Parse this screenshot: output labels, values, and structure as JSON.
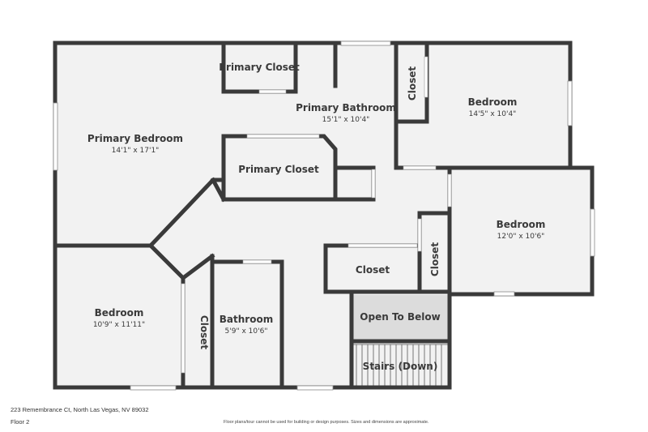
{
  "plan": {
    "rooms": [
      {
        "id": "primary-bedroom",
        "name": "Primary Bedroom",
        "dims": "14'1\" x 17'1\""
      },
      {
        "id": "primary-closet-top",
        "name": "Primary Closet",
        "dims": ""
      },
      {
        "id": "primary-bathroom",
        "name": "Primary Bathroom",
        "dims": "15'1\" x 10'4\""
      },
      {
        "id": "closet-top",
        "name": "Closet",
        "dims": ""
      },
      {
        "id": "bedroom-top-right",
        "name": "Bedroom",
        "dims": "14'5\" x 10'4\""
      },
      {
        "id": "primary-closet-mid",
        "name": "Primary Closet",
        "dims": ""
      },
      {
        "id": "bedroom-right",
        "name": "Bedroom",
        "dims": "12'0\" x 10'6\""
      },
      {
        "id": "closet-mid",
        "name": "Closet",
        "dims": ""
      },
      {
        "id": "closet-vertical-right",
        "name": "Closet",
        "dims": ""
      },
      {
        "id": "open-to-below",
        "name": "Open To Below",
        "dims": ""
      },
      {
        "id": "stairs",
        "name": "Stairs (Down)",
        "dims": ""
      },
      {
        "id": "bedroom-bottom-left",
        "name": "Bedroom",
        "dims": "10'9\" x 11'11\""
      },
      {
        "id": "closet-bottom",
        "name": "Closet",
        "dims": ""
      },
      {
        "id": "bathroom",
        "name": "Bathroom",
        "dims": "5'9\" x 10'6\""
      }
    ]
  },
  "footer": {
    "address": "223 Remembrance Ct, North Las Vegas, NV 89032",
    "floor": "Floor 2",
    "disclaimer": "Floor plans/tour cannot be used for building or design purposes. Sizes and dimensions are approximate."
  },
  "colors": {
    "wall": "#3a3a3a",
    "floor": "#f2f2f2",
    "open_area": "#dcdcdc",
    "window": "#ffffff"
  }
}
